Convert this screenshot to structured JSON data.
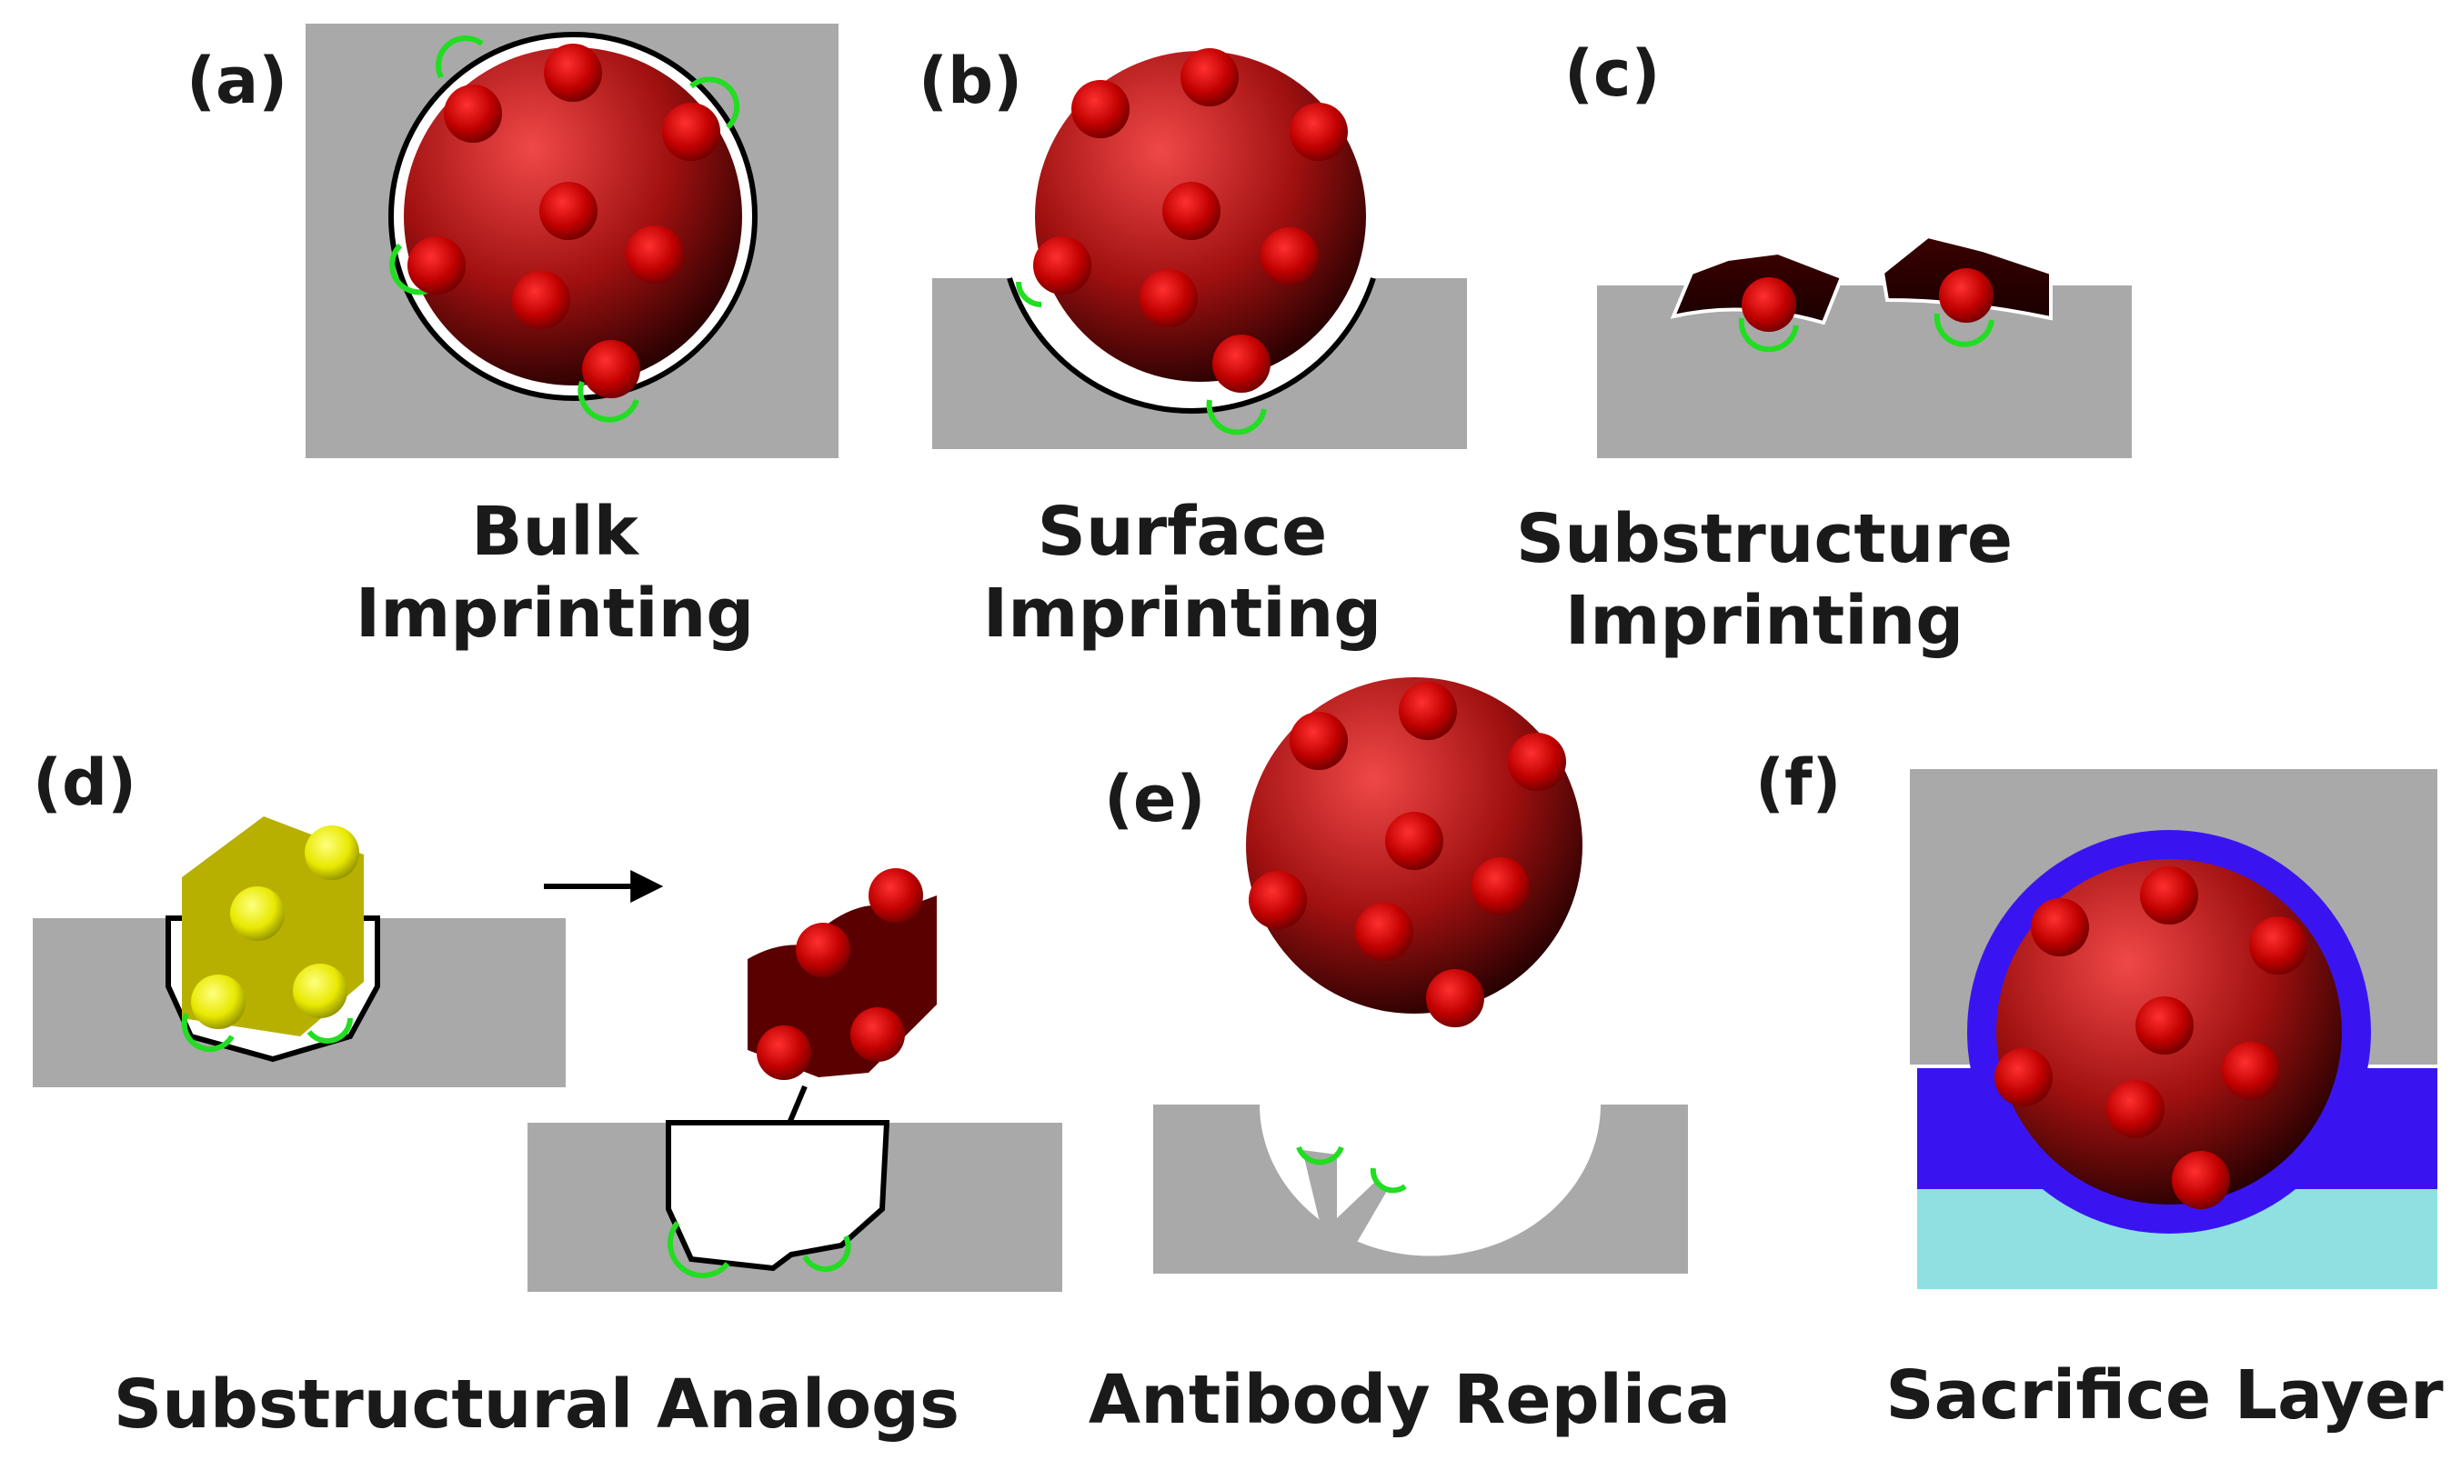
{
  "panels": [
    {
      "id": "a",
      "letter": "(a)",
      "caption_line1": "Bulk",
      "caption_line2": "Imprinting"
    },
    {
      "id": "b",
      "letter": "(b)",
      "caption_line1": "Surface",
      "caption_line2": "Imprinting"
    },
    {
      "id": "c",
      "letter": "(c)",
      "caption_line1": "Substructure",
      "caption_line2": "Imprinting"
    },
    {
      "id": "d",
      "letter": "(d)",
      "caption_line1": "Substructural Analogs",
      "caption_line2": ""
    },
    {
      "id": "e",
      "letter": "(e)",
      "caption_line1": "Antibody Replica",
      "caption_line2": ""
    },
    {
      "id": "f",
      "letter": "(f)",
      "caption_line1": "Sacrifice Layer",
      "caption_line2": ""
    }
  ],
  "colors": {
    "matrix": "#a9a9a9",
    "template_light": "#f04848",
    "template_dark": "#5a0000",
    "knob": "#c80000",
    "binding_site": "#22dd22",
    "cavity": "#ffffff",
    "cavity_outline": "#000000",
    "analog": "#b8b000",
    "analog_knob": "#ffff40",
    "sacrifice_layer": "#3a14f0",
    "support": "#8fe0e0"
  }
}
